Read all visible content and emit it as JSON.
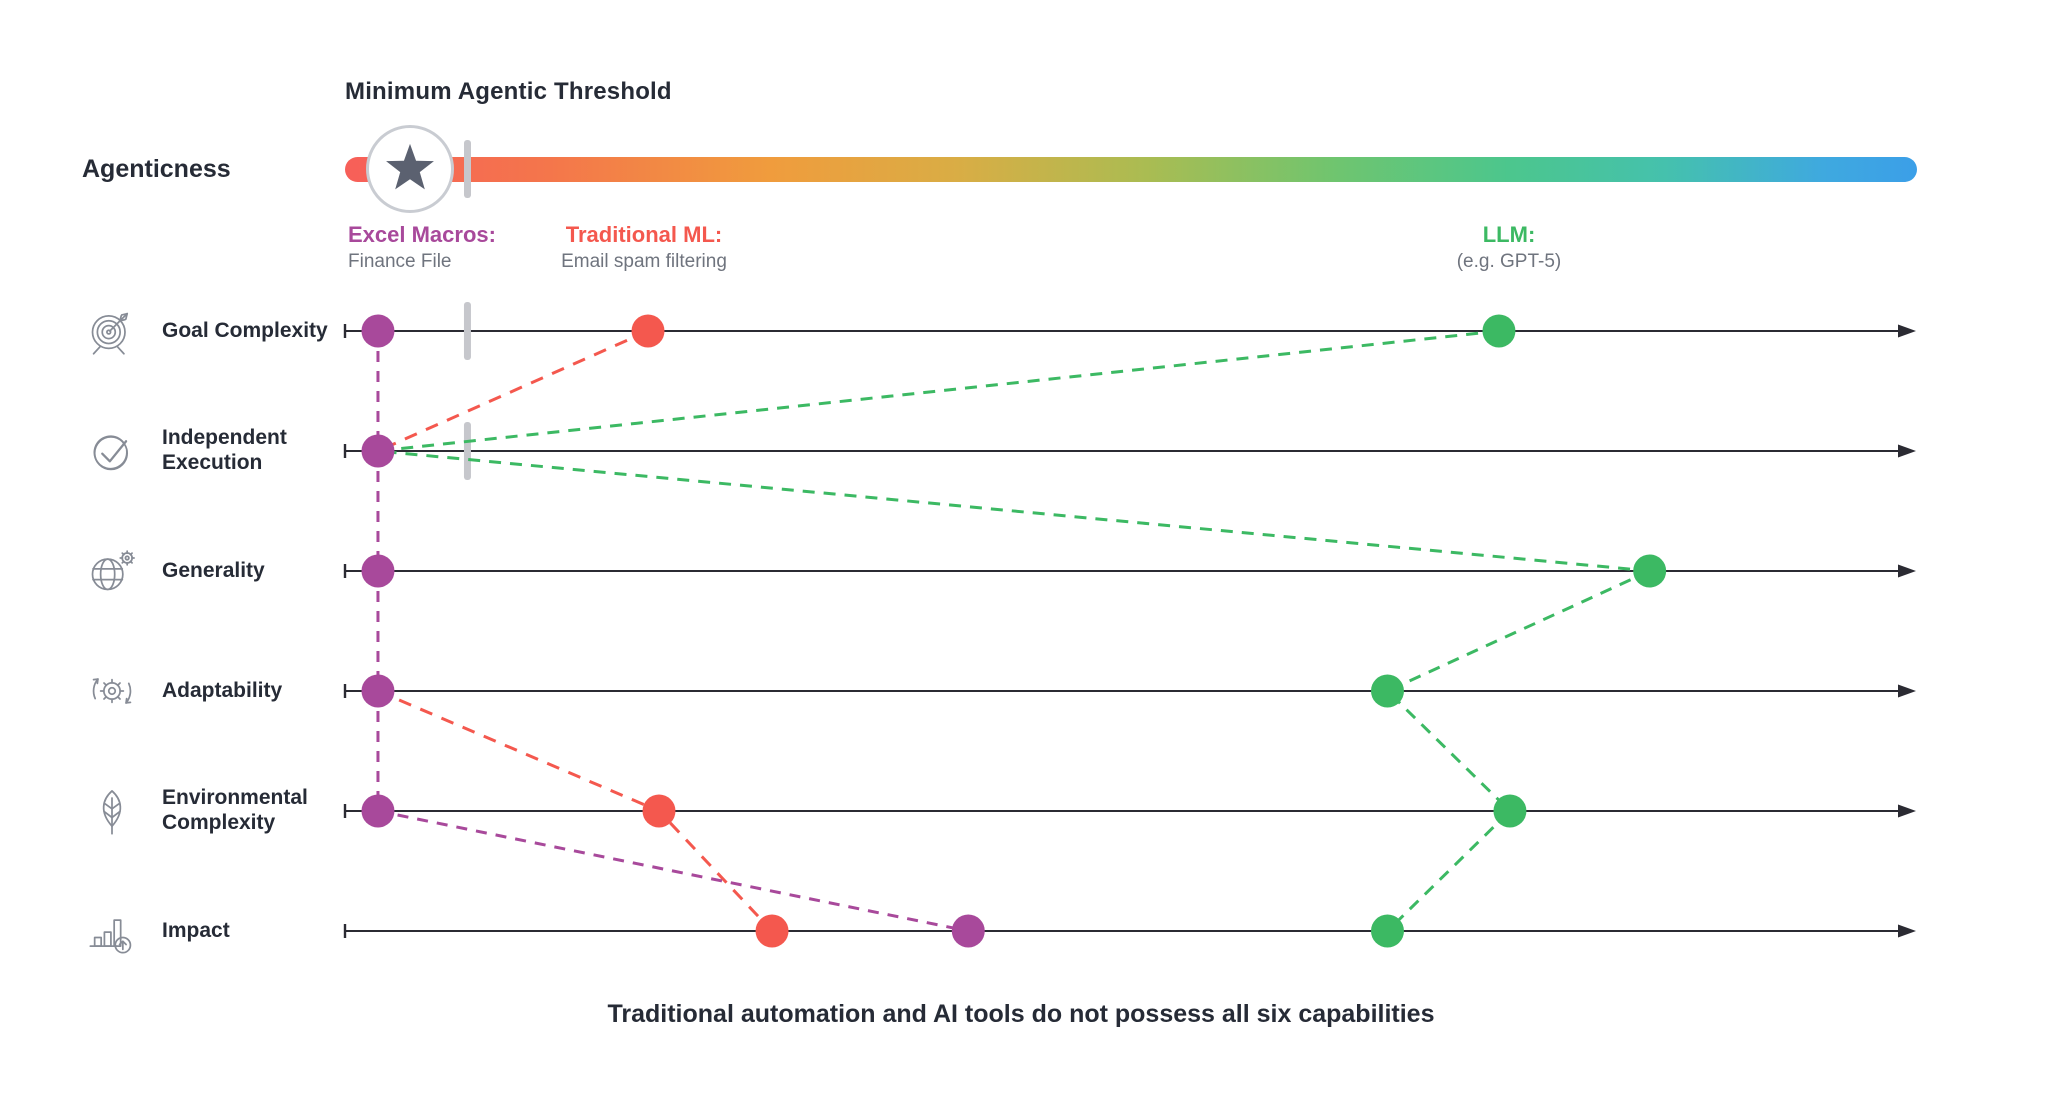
{
  "colors": {
    "axis": "#2B2B33",
    "threshold_tick": "#C6C7CC",
    "star": "#5B6170",
    "purple": "#A8499B",
    "red": "#F4584E",
    "green": "#3CB963",
    "gradient_left": "#F75F59",
    "gradient_right": "#3B9FE8"
  },
  "chart_data": {
    "type": "line",
    "title": "Minimum Agentic Threshold",
    "axis_label": "Agenticness",
    "caption": "Traditional automation and AI tools do not possess all six capabilities",
    "axis_range": [
      0,
      1
    ],
    "threshold": {
      "value": 0.078,
      "rows_with_tick": [
        0,
        1
      ]
    },
    "categories": [
      {
        "line1": "Goal Complexity",
        "line2": "",
        "icon": "target-arrow-icon"
      },
      {
        "line1": "Independent",
        "line2": "Execution",
        "icon": "check-circle-icon"
      },
      {
        "line1": "Generality",
        "line2": "",
        "icon": "globe-gear-icon"
      },
      {
        "line1": "Adaptability",
        "line2": "",
        "icon": "gear-cycle-icon"
      },
      {
        "line1": "Environmental",
        "line2": "Complexity",
        "icon": "leaf-icon"
      },
      {
        "line1": "Impact",
        "line2": "",
        "icon": "bar-chart-up-icon"
      }
    ],
    "series": [
      {
        "name": "Excel Macros:",
        "example": "Finance File",
        "color": "#A8499B",
        "dash": "11 9",
        "values": [
          0.021,
          0.021,
          0.021,
          0.021,
          0.021,
          0.397
        ],
        "dots": [
          0,
          1,
          2,
          3,
          4,
          5
        ]
      },
      {
        "name": "Traditional ML:",
        "example": "Email spam filtering",
        "color": "#F4584E",
        "dash": "13 10",
        "values": [
          0.193,
          0.021,
          0.021,
          0.021,
          0.2,
          0.272
        ],
        "segments": [
          [
            0,
            1
          ],
          [
            3,
            5
          ]
        ],
        "dots": [
          0,
          4,
          5
        ]
      },
      {
        "name": "LLM:",
        "example": "(e.g. GPT-5)",
        "color": "#3CB963",
        "dash": "12 9",
        "values": [
          0.735,
          0.021,
          0.831,
          0.664,
          0.742,
          0.664
        ],
        "segments": [
          [
            0,
            2
          ],
          [
            2,
            5
          ]
        ],
        "dots": [
          0,
          2,
          3,
          4,
          5
        ]
      }
    ]
  }
}
